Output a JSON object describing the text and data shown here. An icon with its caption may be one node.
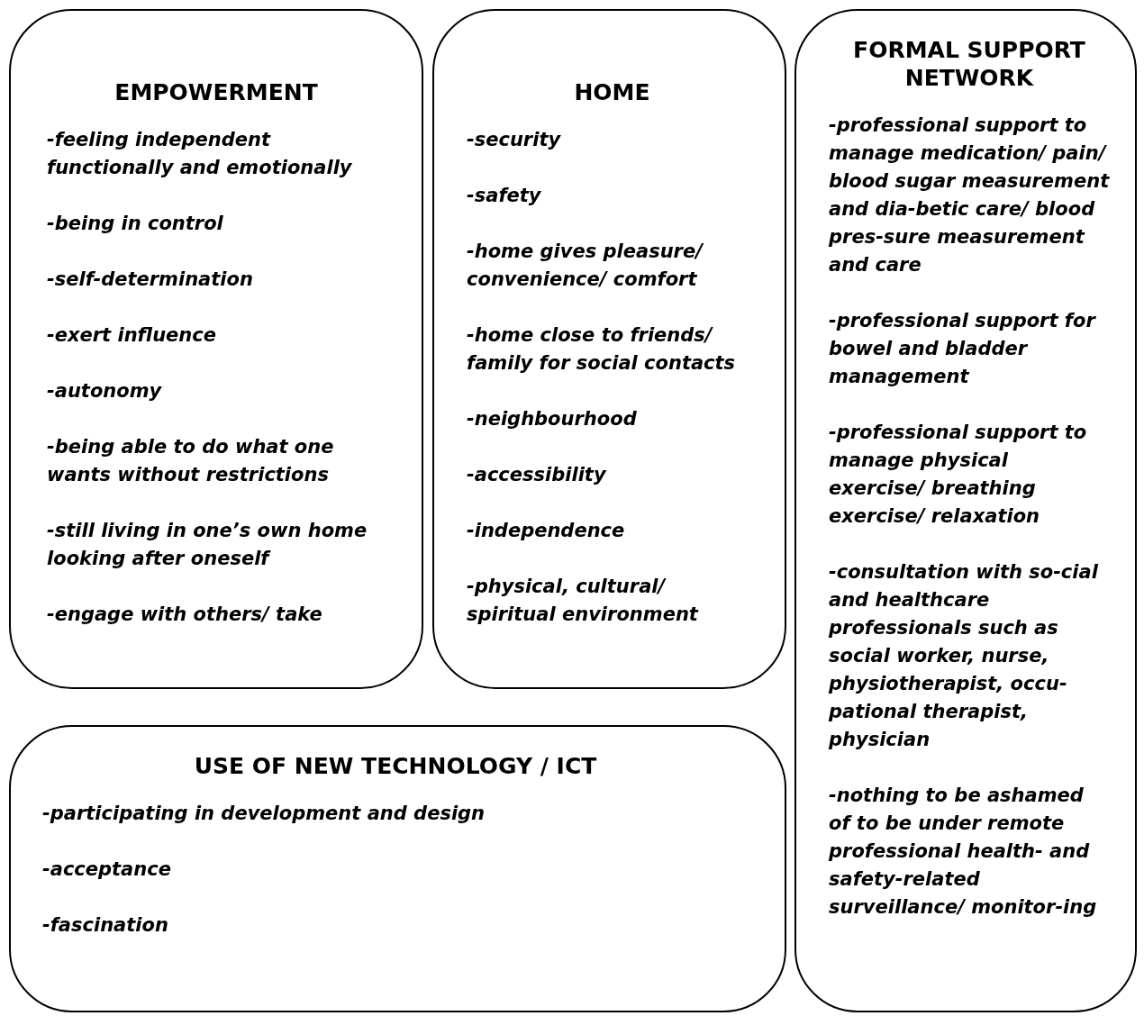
{
  "diagram": {
    "nodes": [
      {
        "text": [
          "EMPOWERMENT",
          "-feeling independent functionally and emotionally",
          "-being in control",
          "-self-determination",
          "-exert influence",
          "-autonomy",
          "-being able to do what one wants without restrictions",
          "-still living in one’s own home looking after oneself",
          "-engage with others/ take"
        ]
      },
      {
        "text": [
          "HOME",
          "-security",
          "-safety",
          "-home gives pleasure/ convenience/ comfort",
          "-home close to friends/ family for social contacts",
          "-neighbourhood",
          "-accessibility",
          "-independence",
          "-physical, cultural/ spiritual environment"
        ]
      },
      {
        "text": [
          "FORMAL SUPPORT NETWORK",
          "-professional support to manage medication/ pain/ blood sugar measurement and dia-betic care/ blood pres-sure measurement and care",
          "-professional support for bowel and bladder management",
          "-professional support to manage physical exercise/ breathing exercise/ relaxation",
          "-consultation with so-cial and healthcare professionals such as social worker, nurse, physiotherapist, occu-pational therapist, physician",
          "-nothing to be ashamed of to be under remote professional health- and safety-related surveillance/ monitor-ing"
        ]
      },
      {
        "text": [
          "USE OF NEW TECHNOLOGY / ICT",
          "-participating in development and design",
          "-acceptance",
          "-fascination"
        ]
      }
    ]
  }
}
